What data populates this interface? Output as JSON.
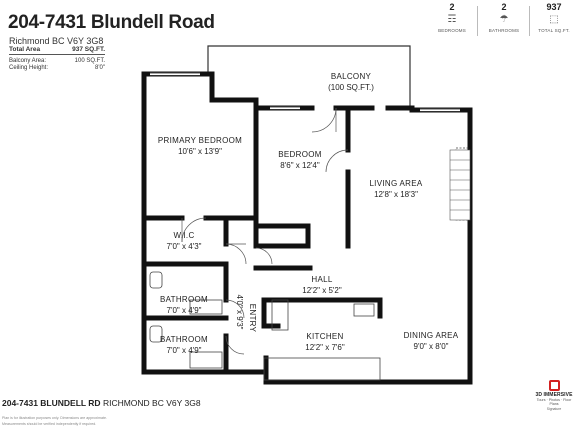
{
  "header": {
    "title": "204-7431 Blundell Road",
    "subtitle": "Richmond BC V6Y 3G8",
    "specs": [
      {
        "label": "Total Area",
        "value": "937 SQ.FT.",
        "bold": true
      },
      {
        "label": "Balcony Area:",
        "value": "100 SQ.FT.",
        "bold": false
      },
      {
        "label": "Ceiling Height:",
        "value": "8'0\"",
        "bold": false
      }
    ]
  },
  "stats": [
    {
      "value": "2",
      "label": "BEDROOMS",
      "icon": "bed-icon",
      "glyph": "☶"
    },
    {
      "value": "2",
      "label": "BATHROOMS",
      "icon": "shower-icon",
      "glyph": "☂"
    },
    {
      "value": "937",
      "label": "TOTAL SQ.FT.",
      "icon": "area-icon",
      "glyph": "⬚"
    }
  ],
  "rooms": [
    {
      "name": "BALCONY",
      "dim": "(100 SQ.FT.)"
    },
    {
      "name": "PRIMARY BEDROOM",
      "dim": "10'6\" x 13'9\""
    },
    {
      "name": "BEDROOM",
      "dim": "8'6\" x 12'4\""
    },
    {
      "name": "LIVING AREA",
      "dim": "12'8\" x 18'3\""
    },
    {
      "name": "W.I.C",
      "dim": "7'0\" x 4'3\""
    },
    {
      "name": "HALL",
      "dim": "12'2\" x 5'2\""
    },
    {
      "name": "BATHROOM",
      "dim": "7'0\" x 4'9\""
    },
    {
      "name": "BATHROOM",
      "dim": "7'0\" x 4'9\""
    },
    {
      "name": "KITCHEN",
      "dim": "12'2\" x 7'6\""
    },
    {
      "name": "DINING AREA",
      "dim": "9'0\" x 8'0\""
    },
    {
      "name": "ENTRY",
      "dim": "4'0\" x 9'3\""
    }
  ],
  "footer": {
    "address": "204-7431 BLUNDELL RD",
    "city": "RICHMOND BC V6Y 3G8",
    "disclaimer_1": "Plan is for illustration purposes only. Dimensions are approximate.",
    "disclaimer_2": "Measurements should be verified independently if required."
  },
  "logo": {
    "name": "3D IMMERSIVE",
    "tagline": "Tours · Photos · Floor Plans",
    "sign_line": "Signature"
  },
  "colors": {
    "wall": "#111111",
    "logo_red": "#d32020",
    "text": "#222222"
  }
}
